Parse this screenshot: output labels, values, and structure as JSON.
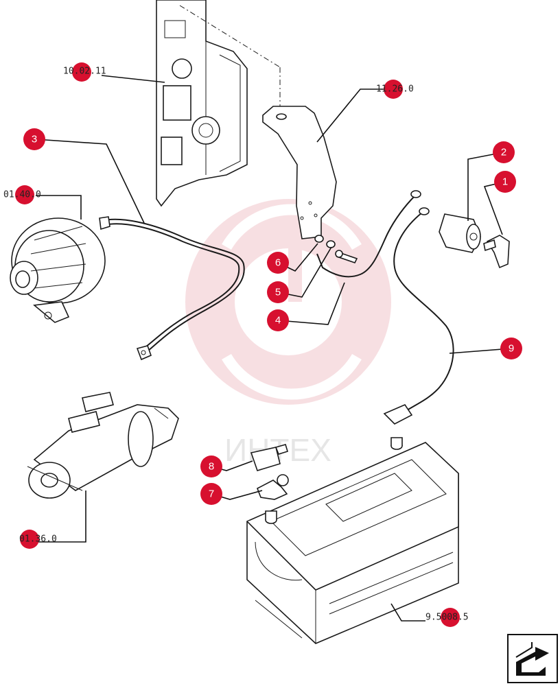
{
  "callouts": [
    {
      "id": "1",
      "label": "1"
    },
    {
      "id": "2",
      "label": "2"
    },
    {
      "id": "3",
      "label": "3"
    },
    {
      "id": "4",
      "label": "4"
    },
    {
      "id": "5",
      "label": "5"
    },
    {
      "id": "6",
      "label": "6"
    },
    {
      "id": "7",
      "label": "7"
    },
    {
      "id": "8",
      "label": "8"
    },
    {
      "id": "9",
      "label": "9"
    }
  ],
  "references": {
    "engine": "10.02.11",
    "bracket": "11.26.0",
    "alternator": "01.40.0",
    "starter": "01.36.0",
    "battery": "9.5008.5"
  },
  "watermark": {
    "text": "ИНТЕХ"
  },
  "nav": {
    "icon": "next-page-arrow-icon"
  },
  "colors": {
    "callout": "#d7102f",
    "watermark": "#f2c6cb"
  }
}
